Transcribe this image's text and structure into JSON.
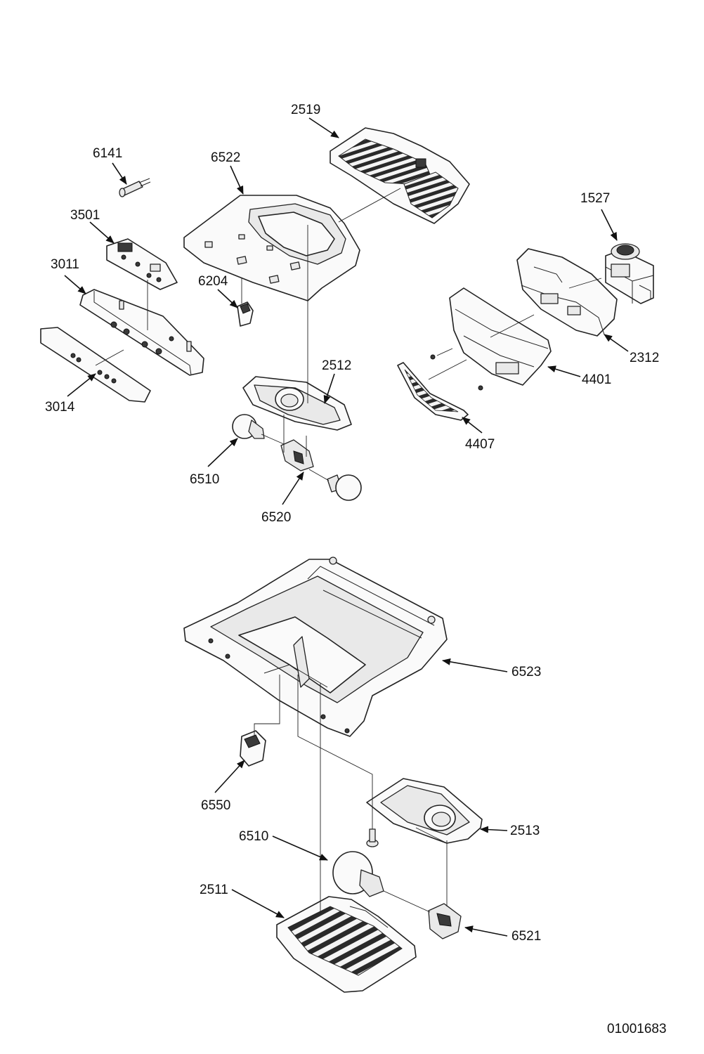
{
  "diagram_id": "01001683",
  "labels": {
    "l2519": "2519",
    "l6141": "6141",
    "l6522": "6522",
    "l1527": "1527",
    "l3501": "3501",
    "l3011": "3011",
    "l6204": "6204",
    "l2312": "2312",
    "l4401": "4401",
    "l2512": "2512",
    "l3014": "3014",
    "l4407": "4407",
    "l6510a": "6510",
    "l6520": "6520",
    "l6523": "6523",
    "l6550": "6550",
    "l2513": "2513",
    "l6510b": "6510",
    "l2511": "2511",
    "l6521": "6521"
  }
}
